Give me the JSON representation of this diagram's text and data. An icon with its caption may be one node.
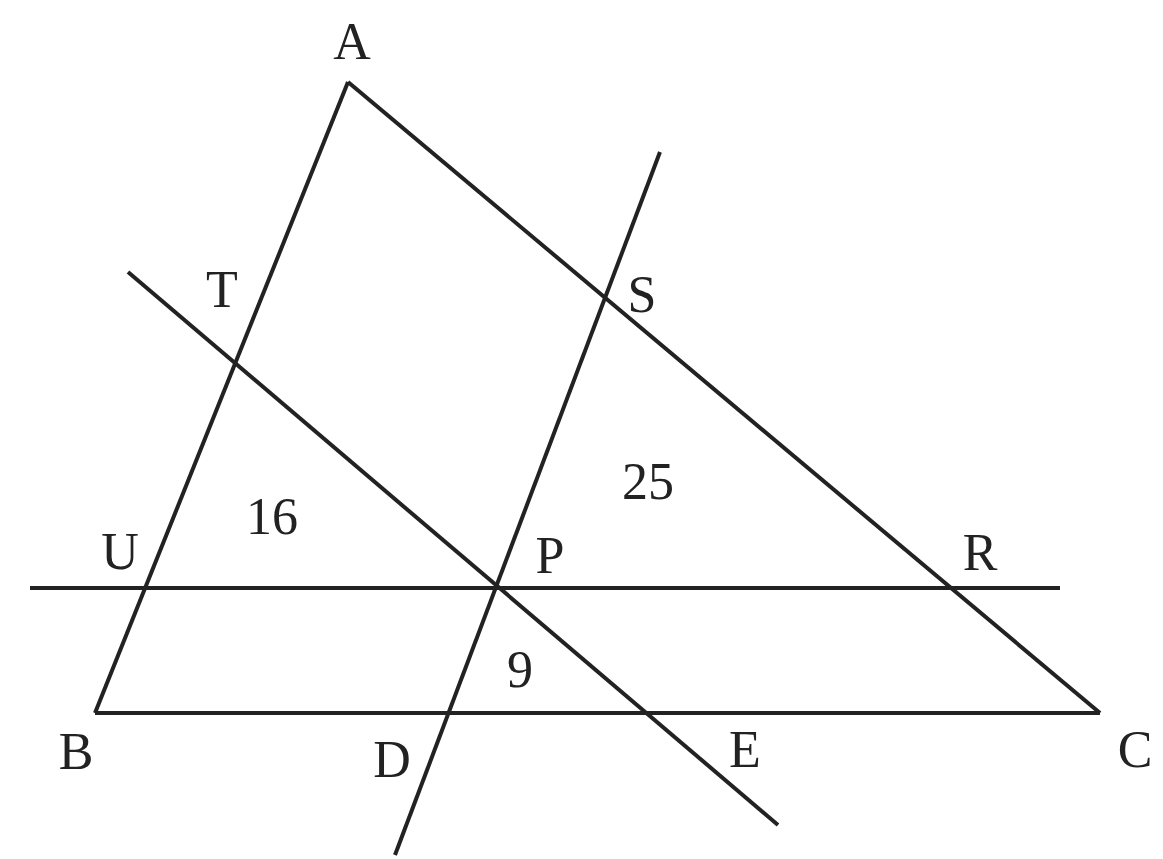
{
  "diagram": {
    "labels": [
      "A",
      "T",
      "S",
      "25",
      "16",
      "U",
      "P",
      "R",
      "9",
      "B",
      "D",
      "E",
      "C"
    ]
  }
}
